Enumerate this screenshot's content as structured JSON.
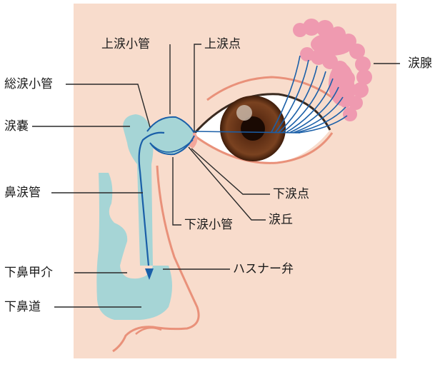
{
  "labels": {
    "upper_canaliculus": "上涙小管",
    "upper_punctum": "上涙点",
    "lacrimal_gland": "涙腺",
    "common_canaliculus": "総涙小管",
    "lacrimal_sac": "涙嚢",
    "nasolacrimal_duct": "鼻涙管",
    "lower_punctum": "下涙点",
    "lower_canaliculus": "下涙小管",
    "caruncle": "涙丘",
    "inferior_turbinate": "下鼻甲介",
    "hasner_valve": "ハスナー弁",
    "inferior_meatus": "下鼻道"
  },
  "colors": {
    "skin_bg": "#f8dccc",
    "duct_fill": "#a6d5d6",
    "duct_line": "#1a5fa8",
    "gland": "#ef9ab0",
    "iris": "#5b2c13",
    "lid_line": "#e9917a",
    "nose_line": "#e9917a"
  },
  "icons": [
    "arrow-down-icon"
  ]
}
